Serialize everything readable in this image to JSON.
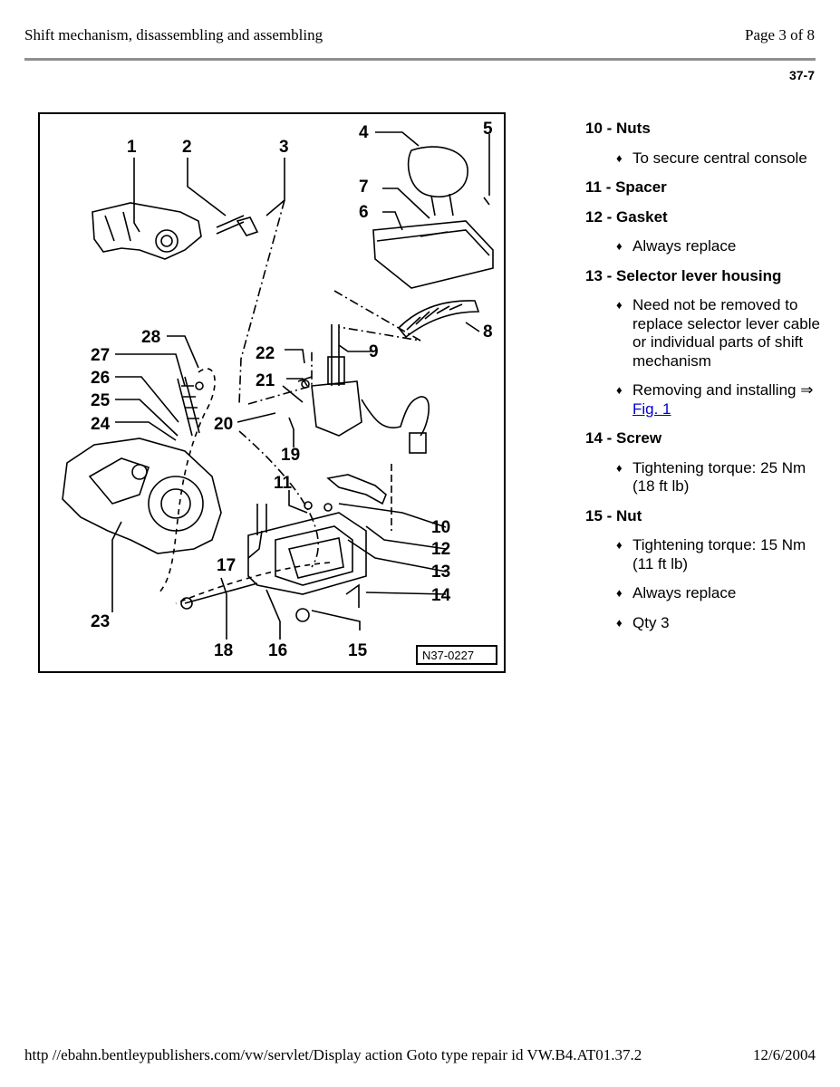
{
  "header": {
    "title": "Shift mechanism, disassembling and assembling",
    "page": "Page 3 of 8",
    "section": "37-7"
  },
  "figure": {
    "code": "N37-0227",
    "callouts": [
      "1",
      "2",
      "3",
      "4",
      "5",
      "6",
      "7",
      "8",
      "9",
      "10",
      "11",
      "12",
      "13",
      "14",
      "15",
      "16",
      "17",
      "18",
      "19",
      "20",
      "21",
      "22",
      "23",
      "24",
      "25",
      "26",
      "27",
      "28"
    ]
  },
  "legend": [
    {
      "head": "10 - Nuts",
      "notes": [
        "To secure central console"
      ]
    },
    {
      "head": "11 - Spacer",
      "notes": []
    },
    {
      "head": "12 - Gasket",
      "notes": [
        "Always replace"
      ]
    },
    {
      "head": "13 - Selector lever housing",
      "notes": [
        "Need not be removed to replace selector lever cable or individual parts of shift mechanism",
        "Removing and installing ⇒"
      ],
      "link": "Fig. 1"
    },
    {
      "head": "14 - Screw",
      "notes": [
        "Tightening torque: 25 Nm (18 ft lb)"
      ]
    },
    {
      "head": "15 - Nut",
      "notes": [
        "Tightening torque: 15 Nm (11 ft lb)",
        "Always replace",
        "Qty 3"
      ]
    }
  ],
  "bullet_glyph": "♦",
  "footer": {
    "url": "http //ebahn.bentleypublishers.com/vw/servlet/Display action Goto type repair id VW.B4.AT01.37.2",
    "date": "12/6/2004"
  }
}
